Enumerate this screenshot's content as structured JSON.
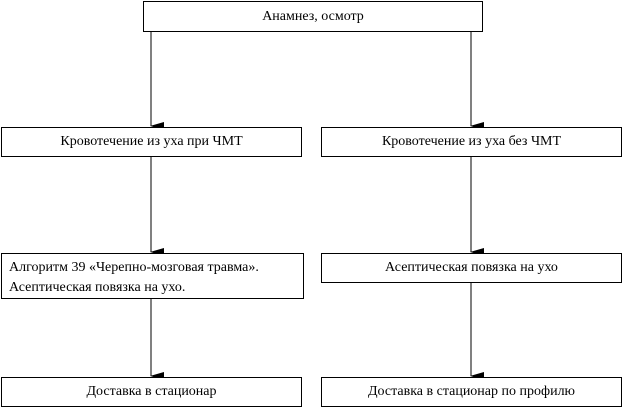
{
  "nodes": {
    "top": "Анамнез, осмотр",
    "left_1": "Кровотечение из уха при ЧМТ",
    "right_1": "Кровотечение из уха без ЧМТ",
    "left_2_line1": "Алгоритм 39 «Черепно-мозговая травма».",
    "left_2_line2": "Асептическая повязка на ухо.",
    "right_2": "Асептическая повязка на ухо",
    "left_3": "Доставка в стационар",
    "right_3": "Доставка в стационар по профилю"
  },
  "colors": {
    "line": "#000000",
    "background": "#ffffff"
  }
}
